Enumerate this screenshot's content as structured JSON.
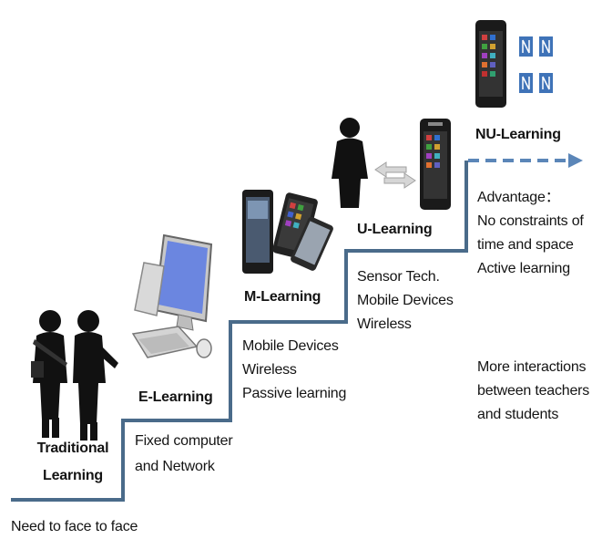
{
  "stages": {
    "traditional": {
      "title": [
        "Traditional",
        "Learning"
      ],
      "notes": [
        "Need to face to face"
      ]
    },
    "e_learning": {
      "title": "E-Learning",
      "notes": [
        "Fixed computer",
        "and Network"
      ]
    },
    "m_learning": {
      "title": "M-Learning",
      "notes": [
        "Mobile Devices",
        "Wireless",
        "Passive learning"
      ]
    },
    "u_learning": {
      "title": "U-Learning",
      "notes": [
        "Sensor Tech.",
        "Mobile Devices",
        "Wireless"
      ]
    },
    "nu_learning": {
      "title": "NU-Learning",
      "advantage": [
        "Advantage：",
        "No constraints of",
        "time and space",
        "Active learning"
      ],
      "more": [
        "More interactions",
        "between teachers",
        "and students"
      ]
    }
  },
  "colors": {
    "staircase": "#4a6b8a",
    "arrow": "#5b86b8",
    "sensor_tag": "#3f73b8",
    "person": "#111111",
    "screen_blue": "#6b86e0"
  },
  "icons": [
    "teacher-student-icon",
    "desktop-computer-icon",
    "mobile-devices-icon",
    "person-icon",
    "phone-icon",
    "sync-arrows-icon",
    "nfc-tag-icon"
  ]
}
